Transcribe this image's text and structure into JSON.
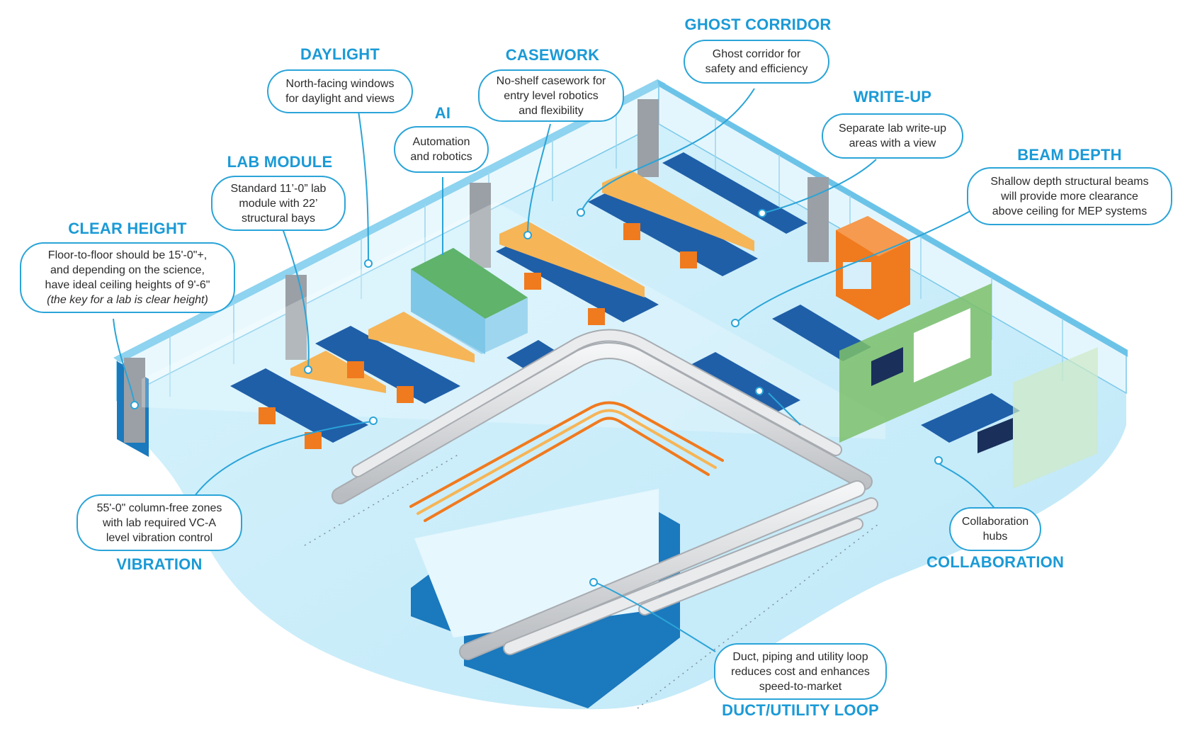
{
  "callouts": {
    "ghost_corridor": {
      "title": "GHOST CORRIDOR",
      "lines": [
        "Ghost corridor for",
        "safety and efficiency"
      ]
    },
    "daylight": {
      "title": "DAYLIGHT",
      "lines": [
        "North-facing windows",
        "for daylight and views"
      ]
    },
    "casework": {
      "title": "CASEWORK",
      "lines": [
        "No-shelf casework for",
        "entry level robotics",
        "and flexibility"
      ]
    },
    "ai": {
      "title": "AI",
      "lines": [
        "Automation",
        "and robotics"
      ]
    },
    "write_up": {
      "title": "WRITE-UP",
      "lines": [
        "Separate lab write-up",
        "areas with a view"
      ]
    },
    "beam_depth": {
      "title": "BEAM DEPTH",
      "lines": [
        "Shallow depth structural beams",
        "will provide more clearance",
        "above ceiling for MEP systems"
      ]
    },
    "lab_module": {
      "title": "LAB MODULE",
      "lines": [
        "Standard 11’-0” lab",
        "module with 22’",
        "structural bays"
      ]
    },
    "clear_height": {
      "title": "CLEAR HEIGHT",
      "lines": [
        "Floor-to-floor should be 15'-0\"+,",
        "and depending on the science,",
        "have ideal ceiling heights of 9'-6\""
      ],
      "italic_line": "(the key for a lab is clear height)"
    },
    "vibration": {
      "title": "VIBRATION",
      "lines": [
        "55'-0\" column-free zones",
        "with lab required VC-A",
        "level vibration control"
      ]
    },
    "collaboration": {
      "title": "COLLABORATION",
      "lines": [
        "Collaboration",
        "hubs"
      ]
    },
    "duct_utility": {
      "title": "DUCT/UTILITY LOOP",
      "lines": [
        "Duct, piping and utility loop",
        "reduces cost and enhances",
        "speed-to-market"
      ]
    }
  },
  "colors": {
    "accent": "#1b9ad6",
    "floor": "#cdeefa",
    "casework_blue": "#1f5fa8",
    "casework_orange": "#f07a1e",
    "frame_orange": "#f6b557",
    "duct_grey": "#d4d6d9",
    "collab_green": "#7cc06a",
    "hood_orange": "#f07a1e"
  }
}
